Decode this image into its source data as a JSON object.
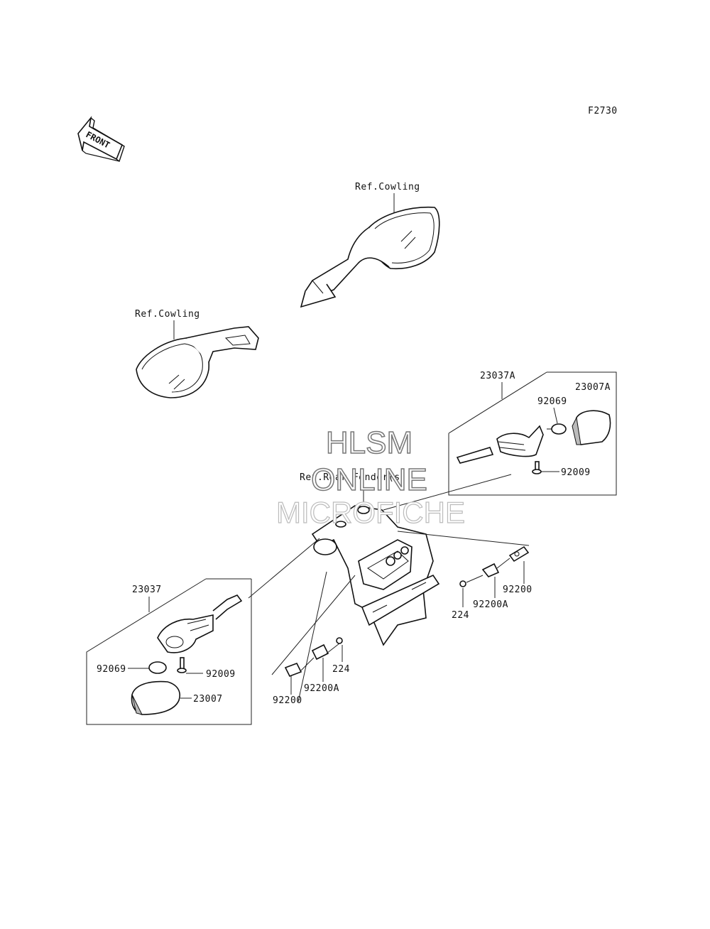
{
  "diagram_code": "F2730",
  "front_label": "FRONT",
  "references": {
    "cowling_right": "Ref.Cowling",
    "cowling_left": "Ref.Cowling",
    "rear_fender": "Ref.Rear Fender(s)"
  },
  "parts": {
    "p23037A": "23037A",
    "p23007A": "23007A",
    "p92069_right": "92069",
    "p92009_right": "92009",
    "p23037": "23037",
    "p92069_left": "92069",
    "p92009_left": "92009",
    "p23007": "23007",
    "p92200_right": "92200",
    "p92200A_right": "92200A",
    "p224_right": "224",
    "p224_left": "224",
    "p92200A_left": "92200A",
    "p92200_left": "92200"
  },
  "watermark": {
    "line1": "HLSM",
    "line2": "ONLINE",
    "line3": "MICROFICHE"
  }
}
